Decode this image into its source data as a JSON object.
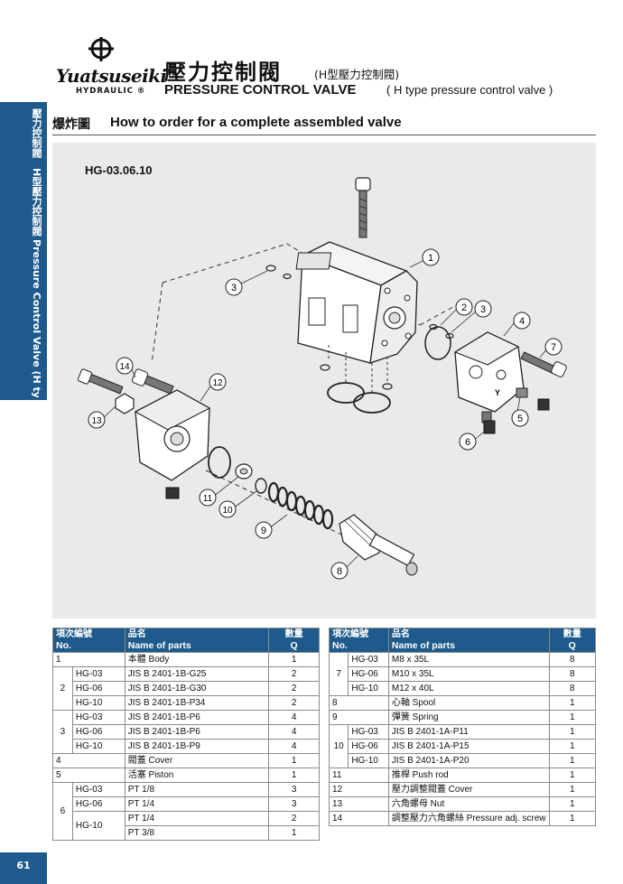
{
  "brand": {
    "name": "Yuatsuseiki",
    "sub": "HYDRAULIC ®"
  },
  "title": {
    "zh": "壓力控制閥",
    "zh_sub": "(H型壓力控制閥)",
    "en": "PRESSURE CONTROL VALVE",
    "en_sub": "( H type pressure control valve )"
  },
  "side_tab": {
    "text": "壓力控制閥　H型壓力控制閥 Pressure Control Valve (H type pressure control valve)"
  },
  "section": {
    "zh": "爆炸圖",
    "en": "How to order for a complete assembled valve"
  },
  "diagram": {
    "model": "HG-03.06.10",
    "callouts": [
      "1",
      "2",
      "3",
      "3",
      "4",
      "5",
      "6",
      "7",
      "8",
      "9",
      "10",
      "11",
      "12",
      "13",
      "14"
    ],
    "y_mark": "Y"
  },
  "table_headers": {
    "no_zh": "項次編號",
    "no_en": "No.",
    "name_zh": "品名",
    "name_en": "Name of parts",
    "q_zh": "數量",
    "q_en": "Q"
  },
  "left_table": [
    {
      "no": "1",
      "model": "",
      "name": "本體 Body",
      "q": "1"
    },
    {
      "no": "2",
      "model": "HG-03",
      "name": "JIS B 2401-1B-G25",
      "q": "2"
    },
    {
      "no": "",
      "model": "HG-06",
      "name": "JIS B 2401-1B-G30",
      "q": "2"
    },
    {
      "no": "",
      "model": "HG-10",
      "name": "JIS B 2401-1B-P34",
      "q": "2"
    },
    {
      "no": "3",
      "model": "HG-03",
      "name": "JIS B 2401-1B-P6",
      "q": "4"
    },
    {
      "no": "",
      "model": "HG-06",
      "name": "JIS B 2401-1B-P6",
      "q": "4"
    },
    {
      "no": "",
      "model": "HG-10",
      "name": "JIS B 2401-1B-P9",
      "q": "4"
    },
    {
      "no": "4",
      "model": "",
      "name": "閥蓋 Cover",
      "q": "1"
    },
    {
      "no": "5",
      "model": "",
      "name": "活塞 Piston",
      "q": "1"
    },
    {
      "no": "6",
      "model": "HG-03",
      "name": "PT 1/8",
      "q": "3"
    },
    {
      "no": "",
      "model": "HG-06",
      "name": "PT 1/4",
      "q": "3"
    },
    {
      "no": "",
      "model": "HG-10",
      "name": "PT 1/4",
      "q": "2"
    },
    {
      "no": "",
      "model": "",
      "name": "PT 3/8",
      "q": "1"
    }
  ],
  "right_table": [
    {
      "no": "7",
      "model": "HG-03",
      "name": "M8 x 35L",
      "q": "8"
    },
    {
      "no": "",
      "model": "HG-06",
      "name": "M10 x 35L",
      "q": "8"
    },
    {
      "no": "",
      "model": "HG-10",
      "name": "M12 x 40L",
      "q": "8"
    },
    {
      "no": "8",
      "model": "",
      "name": "心軸 Spool",
      "q": "1"
    },
    {
      "no": "9",
      "model": "",
      "name": "彈簧 Spring",
      "q": "1"
    },
    {
      "no": "10",
      "model": "HG-03",
      "name": "JIS B 2401-1A-P11",
      "q": "1"
    },
    {
      "no": "",
      "model": "HG-06",
      "name": "JIS B 2401-1A-P15",
      "q": "1"
    },
    {
      "no": "",
      "model": "HG-10",
      "name": "JIS B 2401-1A-P20",
      "q": "1"
    },
    {
      "no": "11",
      "model": "",
      "name": "推桿 Push rod",
      "q": "1"
    },
    {
      "no": "12",
      "model": "",
      "name": "壓力調整閥蓋 Cover",
      "q": "1"
    },
    {
      "no": "13",
      "model": "",
      "name": "六角螺母 Nut",
      "q": "1"
    },
    {
      "no": "14",
      "model": "",
      "name": "調整壓力六角螺絲 Pressure adj. screw",
      "q": "1"
    }
  ],
  "page_number": "61"
}
